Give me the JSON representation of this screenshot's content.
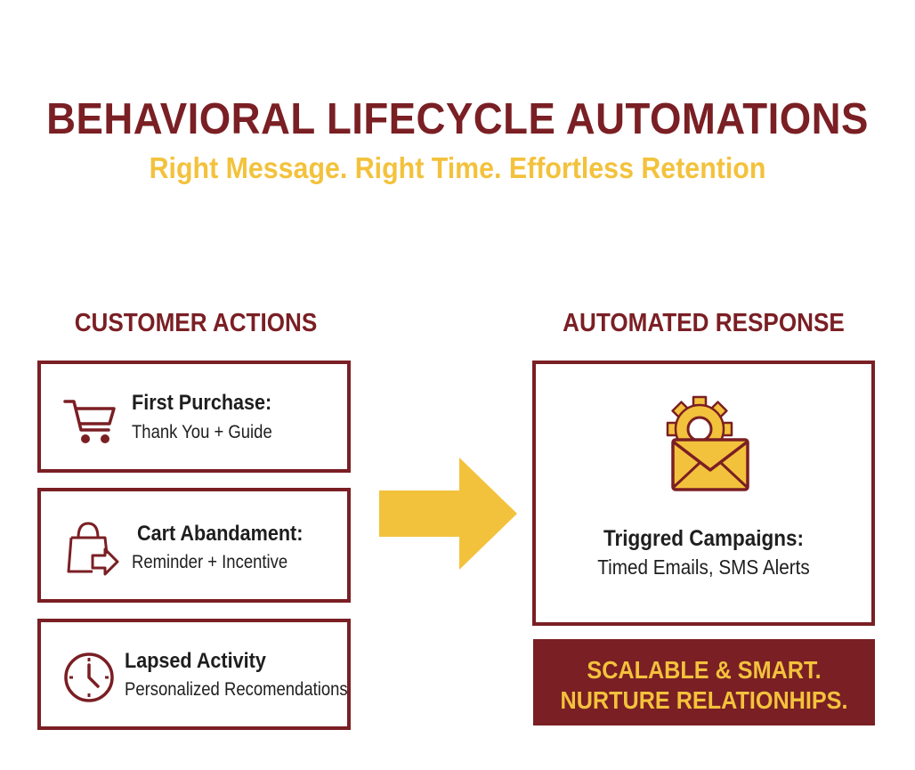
{
  "header": {
    "title": "BEHAVIORAL LIFECYCLE AUTOMATIONS",
    "subtitle": "Right Message. Right Time. Effortless Retention"
  },
  "colors": {
    "maroon": "#7a1f24",
    "gold": "#f3c23c",
    "text": "#1e1e1e",
    "background": "#ffffff"
  },
  "customer_actions": {
    "heading": "CUSTOMER ACTIONS",
    "items": [
      {
        "icon": "shopping-cart-icon",
        "title": "First Purchase:",
        "description": "Thank You + Guide"
      },
      {
        "icon": "shopping-bag-arrow-icon",
        "title": "Cart Abandament:",
        "description": "Reminder + Incentive"
      },
      {
        "icon": "clock-icon",
        "title": "Lapsed Activity",
        "description": "Personalized Recomendations"
      }
    ]
  },
  "flow": {
    "arrow_icon": "right-arrow-icon"
  },
  "automated_response": {
    "heading": "AUTOMATED RESPONSE",
    "icon": "gear-envelope-icon",
    "title": "Triggred Campaigns:",
    "description": "Timed Emails, SMS Alerts"
  },
  "banner": {
    "line1": "SCALABLE & SMART.",
    "line2": "NURTURE RELATIONHIPS."
  }
}
